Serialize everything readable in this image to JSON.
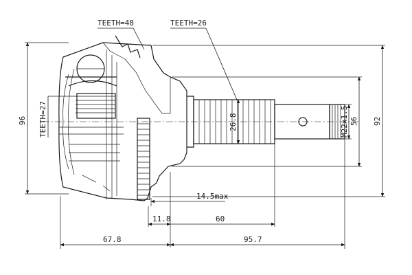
{
  "labels": {
    "teeth_48": "TEETH=48",
    "teeth_26": "TEETH=26",
    "teeth_27": "TEETH=27",
    "dia_26_8": "26.8",
    "dia_56": "56",
    "dia_92": "92",
    "dia_96": "96",
    "thread": "M22x1.5",
    "len_14_5": "14.5max",
    "len_11_8": "11.8",
    "len_60": "60",
    "len_67_8": "67.8",
    "len_95_7": "95.7"
  },
  "colors": {
    "ink": "#1a1a1a",
    "background": "#ffffff"
  }
}
